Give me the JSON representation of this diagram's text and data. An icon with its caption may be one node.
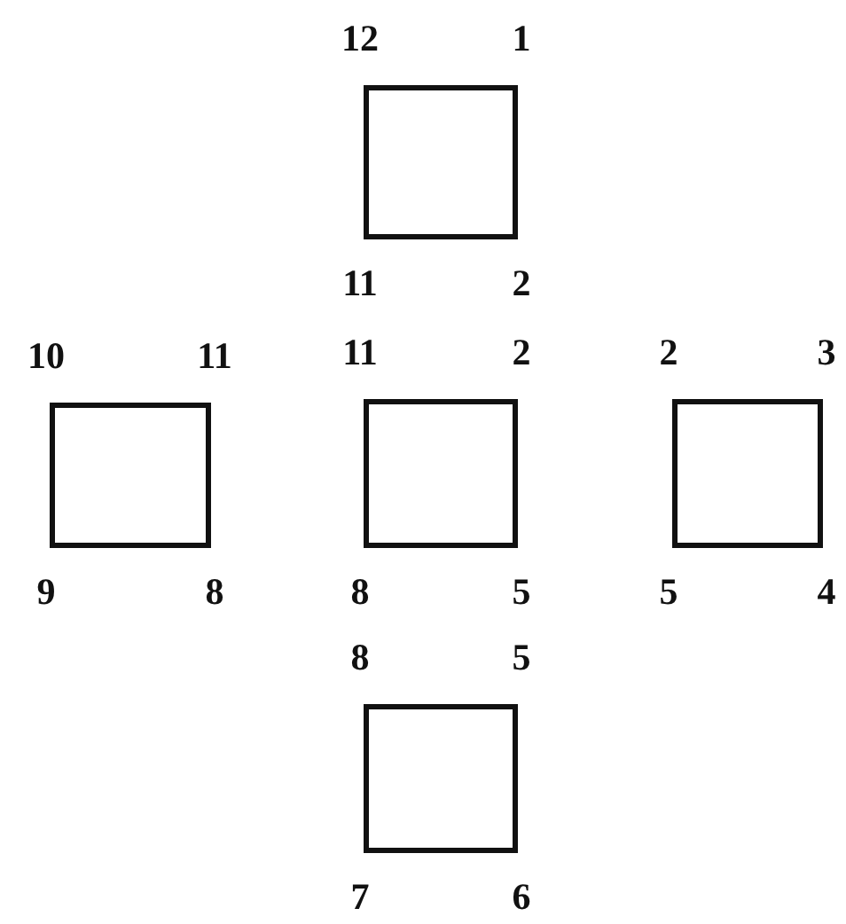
{
  "diagram": {
    "nodes": [
      {
        "text": [],
        "shape": "box",
        "beside": [
          "12",
          "1",
          "11",
          "2"
        ]
      },
      {
        "text": [],
        "shape": "box",
        "beside": [
          "10",
          "11",
          "9",
          "8"
        ]
      },
      {
        "text": [],
        "shape": "box",
        "beside": [
          "11",
          "2",
          "8",
          "5"
        ]
      },
      {
        "text": [],
        "shape": "box",
        "beside": [
          "2",
          "3",
          "5",
          "4"
        ]
      },
      {
        "text": [],
        "shape": "box",
        "beside": [
          "8",
          "5",
          "7",
          "6"
        ]
      }
    ]
  }
}
